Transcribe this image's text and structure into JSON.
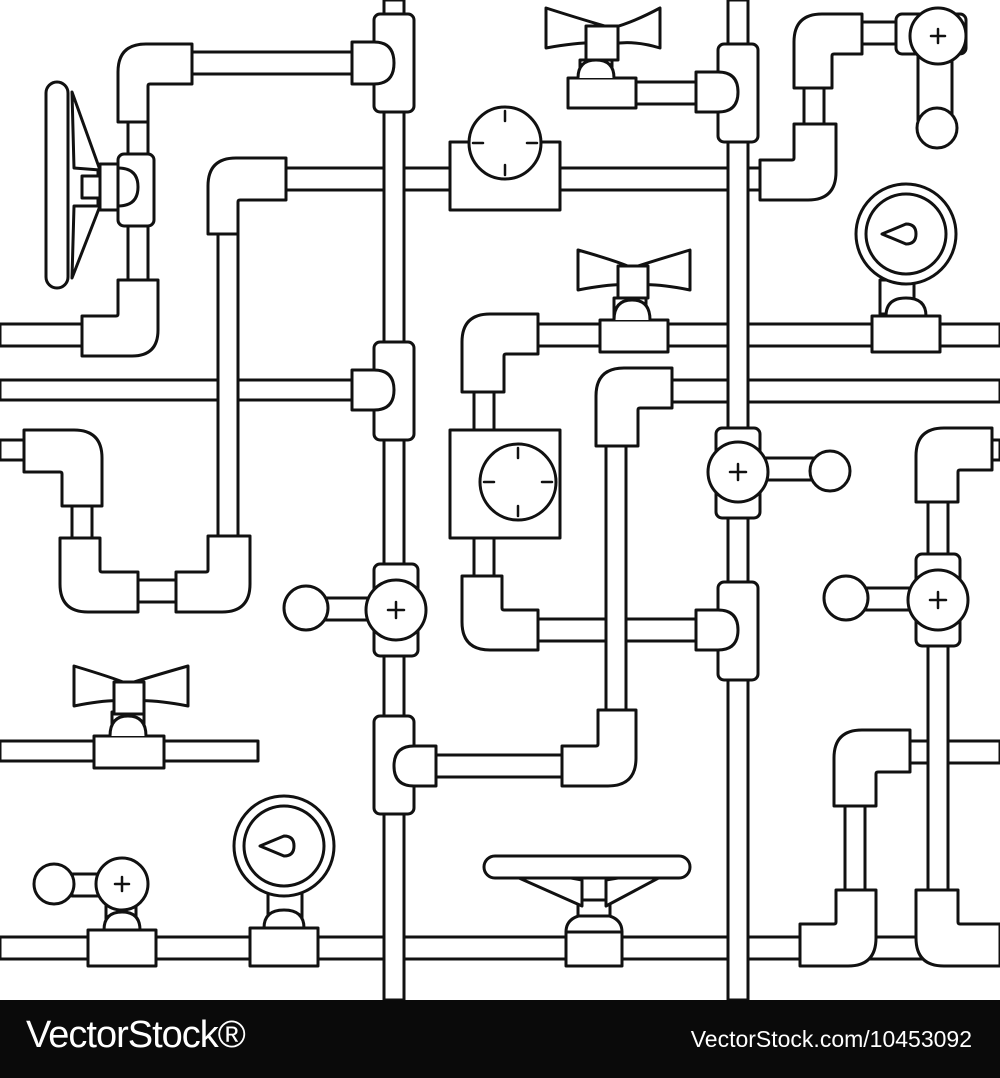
{
  "image": {
    "subject": "seamless pipe system pattern",
    "style": "black outline line art on white",
    "colors": {
      "background": "#ffffff",
      "stroke": "#111111",
      "footer_bg": "#0a0a0a",
      "footer_text": "#ffffff"
    },
    "elements": [
      "straight-pipe",
      "elbow-pipe",
      "tee-joint",
      "pressure-gauge",
      "flow-meter",
      "butterfly-valve",
      "lever-valve",
      "handwheel-valve"
    ]
  },
  "footer": {
    "brand": "VectorStock®",
    "reference": "VectorStock.com/10453092"
  }
}
